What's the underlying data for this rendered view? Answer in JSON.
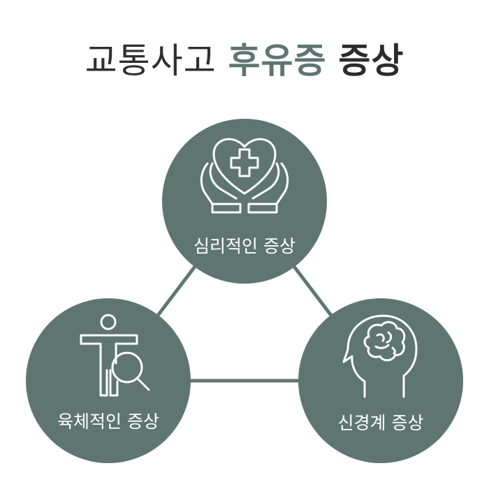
{
  "title": {
    "part1": "교통사고",
    "part2": "후유증",
    "part3": "증상"
  },
  "nodes": [
    {
      "label": "심리적인 증상",
      "icon": "heart-cross-hands-icon"
    },
    {
      "label": "육체적인 증상",
      "icon": "body-magnifier-icon"
    },
    {
      "label": "신경계 증상",
      "icon": "brain-head-icon"
    }
  ],
  "colors": {
    "node_fill": "#5f7670",
    "connector": "#5f7670",
    "icon_stroke": "#ffffff",
    "title_accent": "#5f7670",
    "title_dark": "#2b2b2b"
  }
}
